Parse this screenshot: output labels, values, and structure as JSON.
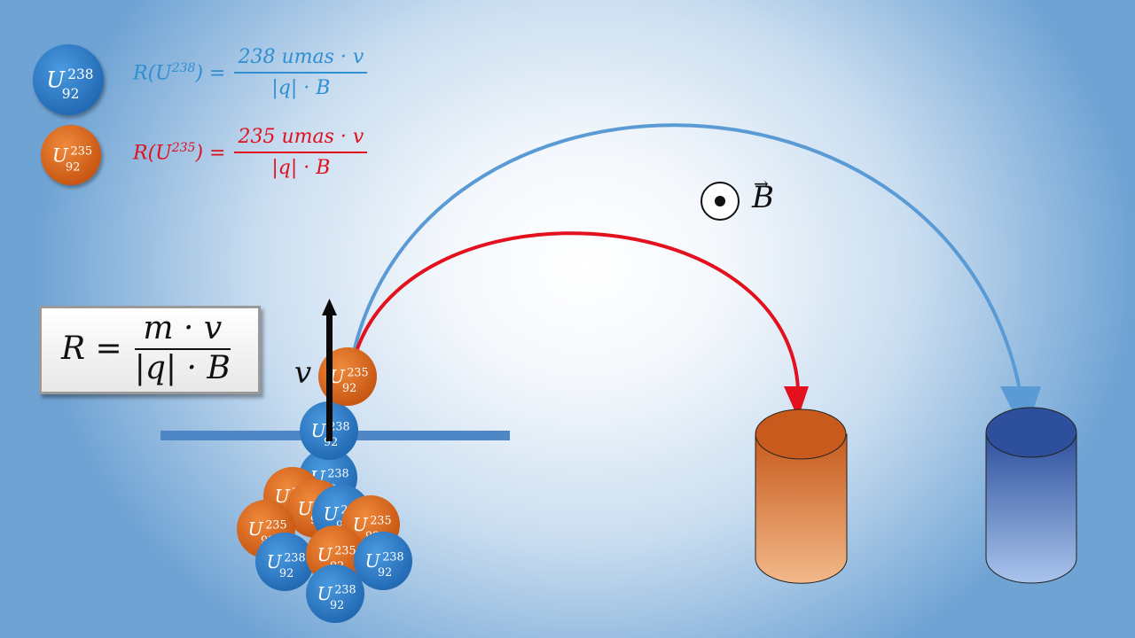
{
  "legend": {
    "u238": {
      "symbol": "U",
      "mass": "238",
      "z": "92",
      "color": "#2f7fc6"
    },
    "u235": {
      "symbol": "U",
      "mass": "235",
      "z": "92",
      "color": "#d9631f"
    }
  },
  "formulas": {
    "u238": {
      "lhs_prefix": "R(U",
      "lhs_sup": "238",
      "lhs_suffix": ") =",
      "numerator": "238 umas · v",
      "denominator": "|q| · B",
      "color": "#2f8fd0"
    },
    "u235": {
      "lhs_prefix": "R(U",
      "lhs_sup": "235",
      "lhs_suffix": ") =",
      "numerator": "235 umas · v",
      "denominator": "|q| · B",
      "color": "#e0101e"
    },
    "main": {
      "lhs": "R =",
      "numerator": "m · v",
      "denominator": "|q| · B"
    }
  },
  "field": {
    "label": "B",
    "arrow": "→"
  },
  "velocity_label": "v",
  "colors": {
    "u238_path": "#5b9bd5",
    "u235_path": "#e3101e",
    "orange_collector": "#d9681f",
    "blue_collector": "#3a62b0",
    "slit_bar": "#4f86c6"
  }
}
